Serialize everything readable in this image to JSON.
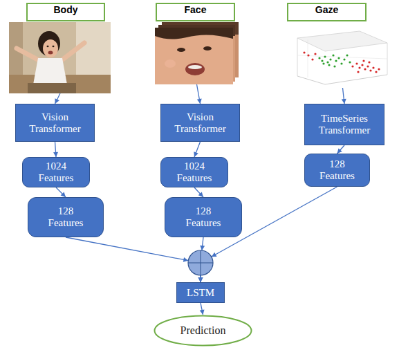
{
  "diagram": {
    "nodes": [
      {
        "text": [
          "Body"
        ]
      },
      {
        "text": [
          "Face"
        ]
      },
      {
        "text": [
          "Gaze"
        ]
      },
      {
        "text": [
          "Vision Transformer"
        ]
      },
      {
        "text": [
          "Vision Transformer"
        ]
      },
      {
        "text": [
          "TimeSeries Transformer"
        ]
      },
      {
        "text": [
          "1024 Features"
        ]
      },
      {
        "text": [
          "1024 Features"
        ]
      },
      {
        "text": [
          "128 Features"
        ]
      },
      {
        "text": [
          "128 Features"
        ]
      },
      {
        "text": [
          "128 Features"
        ]
      },
      {
        "text": [
          "LSTM"
        ]
      },
      {
        "text": [
          "Prediction"
        ]
      }
    ],
    "edges": [
      {
        "from": 0,
        "to": 3,
        "arrow": "to"
      },
      {
        "from": 1,
        "to": 4,
        "arrow": "to"
      },
      {
        "from": 2,
        "to": 5,
        "arrow": "to"
      },
      {
        "from": 3,
        "to": 6,
        "arrow": "to"
      },
      {
        "from": 4,
        "to": 7,
        "arrow": "to"
      },
      {
        "from": 5,
        "to": 8,
        "arrow": "to"
      },
      {
        "from": 6,
        "to": 9,
        "arrow": "to"
      },
      {
        "from": 7,
        "to": 10,
        "arrow": "to"
      },
      {
        "from": 9,
        "to": 11,
        "arrow": "to"
      },
      {
        "from": 10,
        "to": 11,
        "arrow": "to"
      },
      {
        "from": 8,
        "to": 11,
        "arrow": "to"
      },
      {
        "from": 11,
        "to": 12,
        "arrow": "to"
      }
    ]
  }
}
